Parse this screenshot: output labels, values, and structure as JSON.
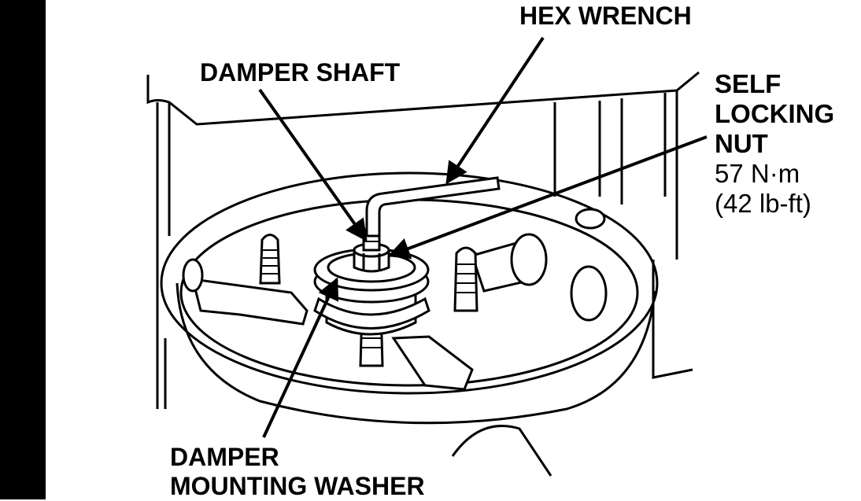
{
  "labels": {
    "hex_wrench": "HEX WRENCH",
    "damper_shaft": "DAMPER SHAFT",
    "self_locking_nut": {
      "line1": "SELF",
      "line2": "LOCKING",
      "line3": "NUT",
      "torque_metric": "57 N·m",
      "torque_imperial": "(42 lb-ft)"
    },
    "damper_mounting_washer": {
      "line1": "DAMPER",
      "line2": "MOUNTING WASHER"
    }
  }
}
